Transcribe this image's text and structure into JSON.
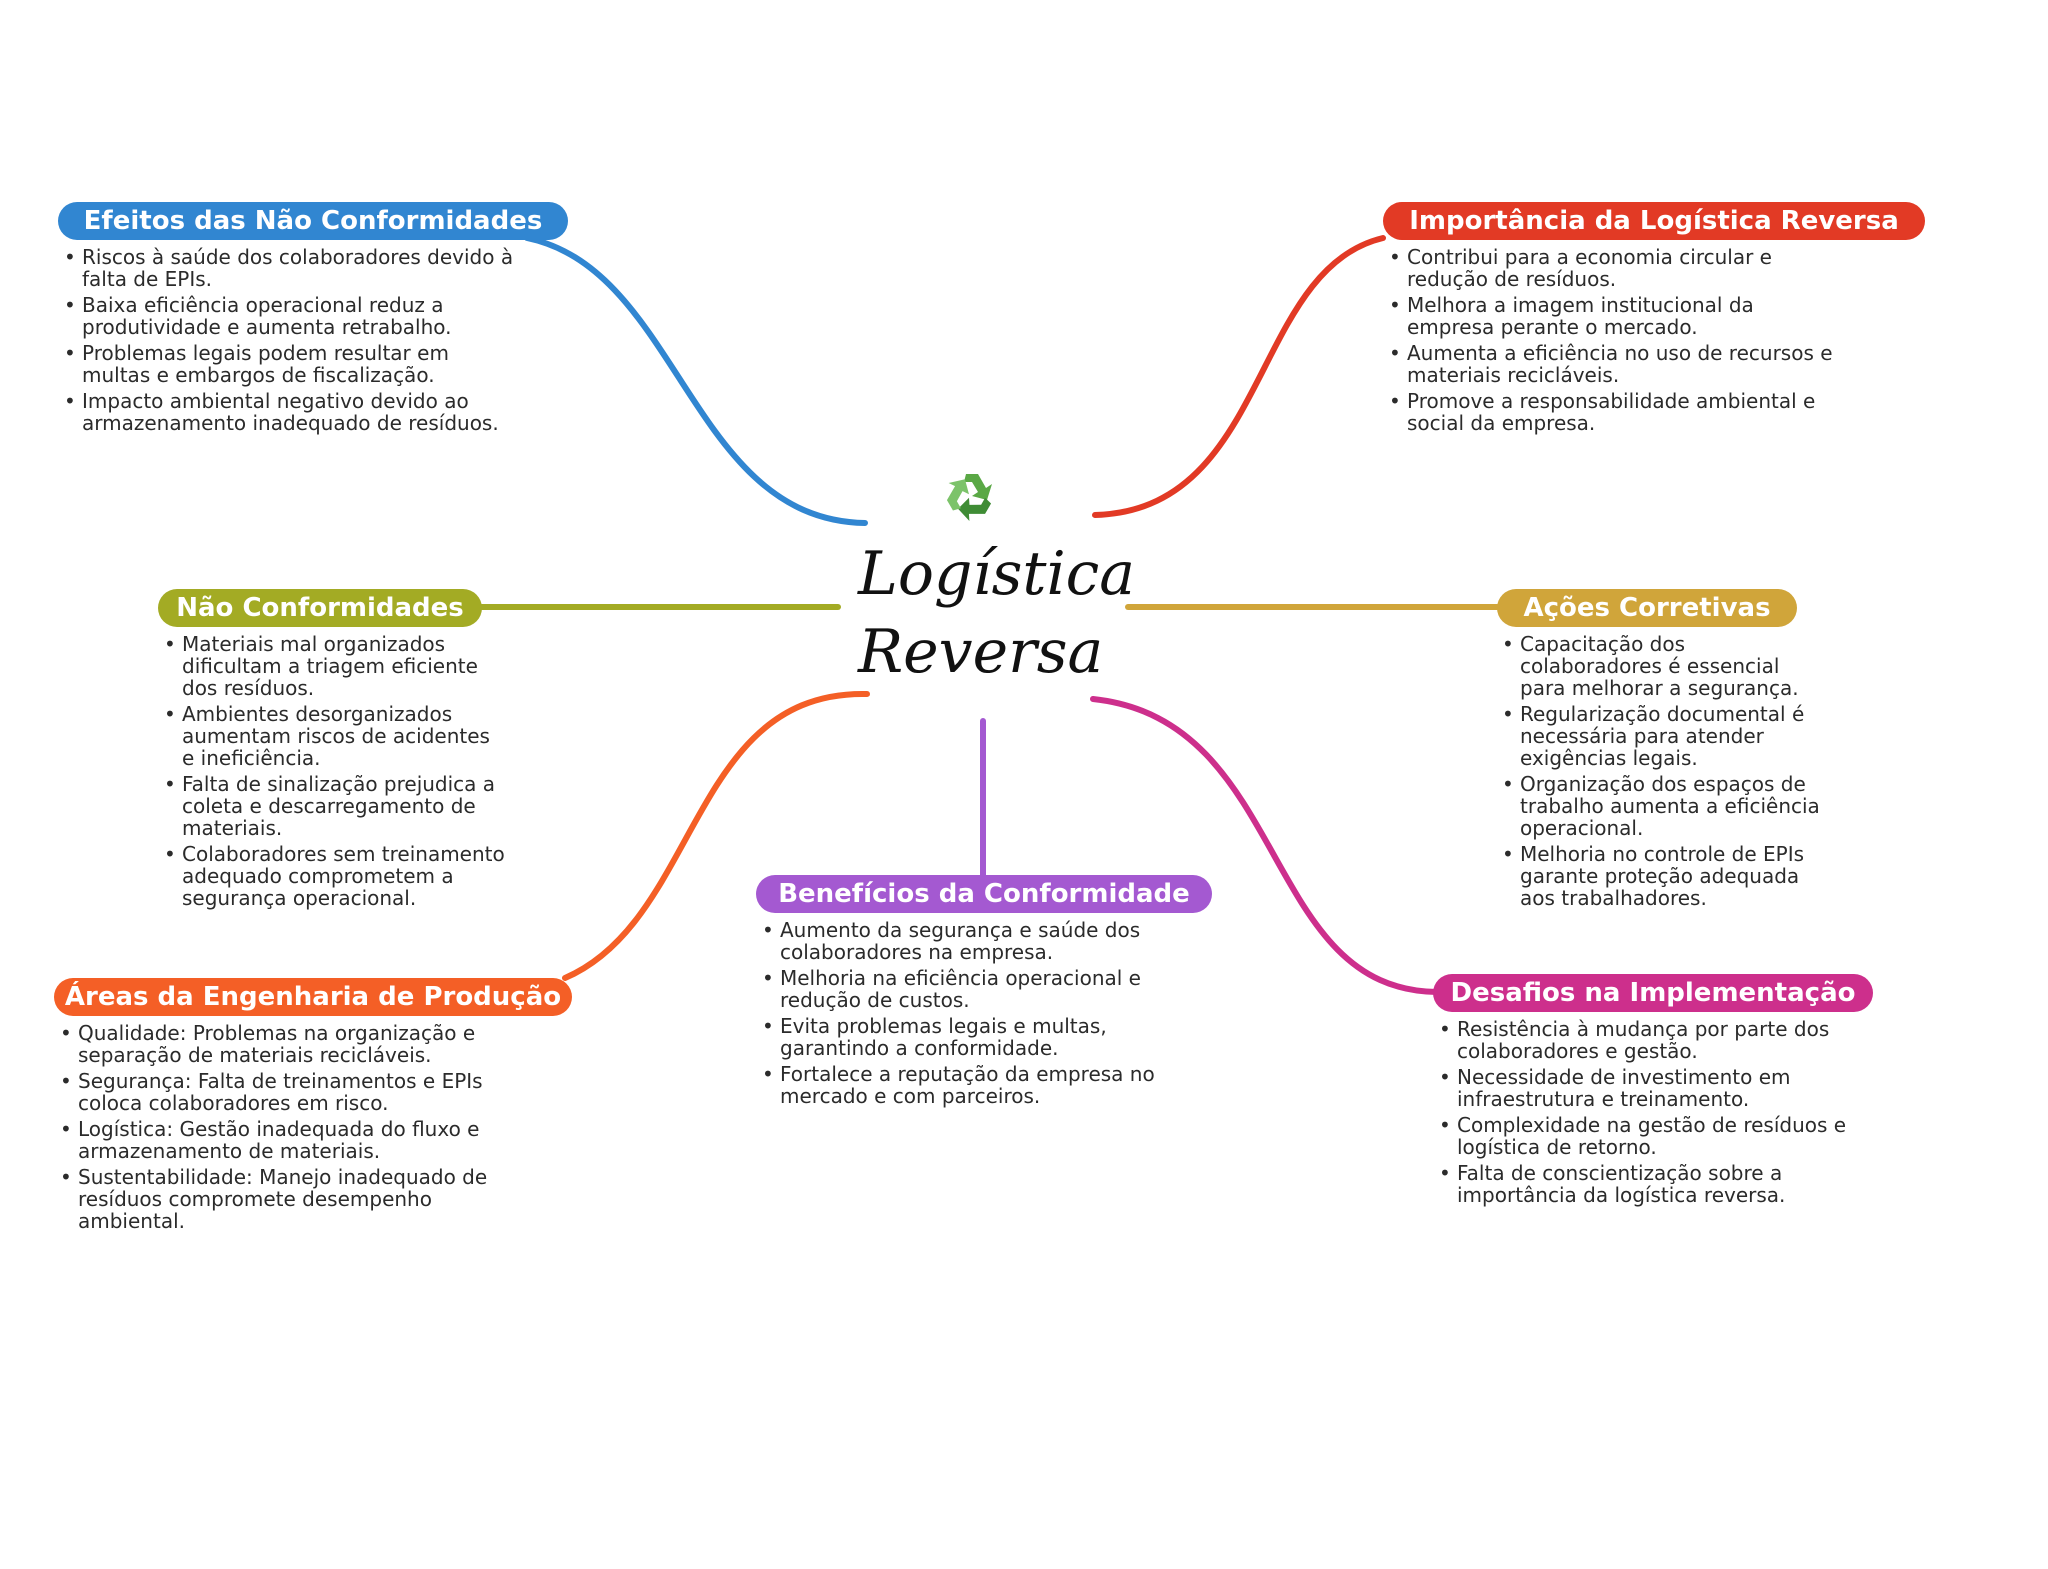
{
  "center": {
    "title_line1": "Logística",
    "title_line2": "Reversa"
  },
  "colors": {
    "efeitos": "#3186d1",
    "importancia": "#e23a25",
    "nao_conformidades": "#a3ab24",
    "acoes": "#d0a53a",
    "areas": "#f45f26",
    "beneficios": "#a459d1",
    "desafios": "#cd2f8c"
  },
  "branches": {
    "efeitos": {
      "title": "Efeitos das Não Conformidades",
      "items": [
        "Riscos à saúde dos colaboradores devido à falta de EPIs.",
        "Baixa eficiência operacional reduz a produtividade e aumenta retrabalho.",
        "Problemas legais podem resultar em multas e embargos de fiscalização.",
        "Impacto ambiental negativo devido ao armazenamento inadequado de resíduos."
      ]
    },
    "importancia": {
      "title": "Importância da Logística Reversa",
      "items": [
        "Contribui para a economia circular e redução de resíduos.",
        "Melhora a imagem institucional da empresa perante o mercado.",
        "Aumenta a eficiência no uso de recursos e materiais recicláveis.",
        "Promove a responsabilidade ambiental e social da empresa."
      ]
    },
    "nao_conformidades": {
      "title": "Não Conformidades",
      "items": [
        "Materiais mal organizados dificultam a triagem eficiente dos resíduos.",
        "Ambientes desorganizados aumentam riscos de acidentes e ineficiência.",
        "Falta de sinalização prejudica a coleta e descarregamento de materiais.",
        "Colaboradores sem treinamento adequado comprometem a segurança operacional."
      ]
    },
    "acoes": {
      "title": "Ações Corretivas",
      "items": [
        "Capacitação dos colaboradores é essencial para melhorar a segurança.",
        "Regularização documental é necessária para atender exigências legais.",
        "Organização dos espaços de trabalho aumenta a eficiência operacional.",
        "Melhoria no controle de EPIs garante proteção adequada aos trabalhadores."
      ]
    },
    "areas": {
      "title": "Áreas da Engenharia de Produção",
      "items": [
        "Qualidade: Problemas na organização e separação de materiais recicláveis.",
        "Segurança: Falta de treinamentos e EPIs coloca colaboradores em risco.",
        "Logística: Gestão inadequada do fluxo e armazenamento de materiais.",
        "Sustentabilidade: Manejo inadequado de resíduos compromete desempenho ambiental."
      ]
    },
    "beneficios": {
      "title": "Benefícios da Conformidade",
      "items": [
        "Aumento da segurança e saúde dos colaboradores na empresa.",
        "Melhoria na eficiência operacional e redução de custos.",
        "Evita problemas legais e multas, garantindo a conformidade.",
        "Fortalece a reputação da empresa no mercado e com parceiros."
      ]
    },
    "desafios": {
      "title": "Desafios na Implementação",
      "items": [
        "Resistência à mudança por parte dos colaboradores e gestão.",
        "Necessidade de investimento em infraestrutura e treinamento.",
        "Complexidade na gestão de resíduos e logística de retorno.",
        "Falta de conscientização sobre a importância da logística reversa."
      ]
    }
  }
}
